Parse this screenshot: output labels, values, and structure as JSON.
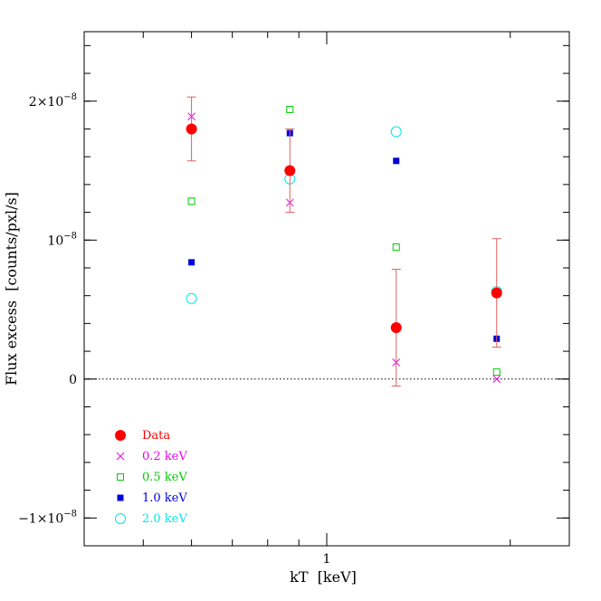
{
  "chart_data": {
    "type": "scatter",
    "xlabel": "kT  [keV]",
    "ylabel": "Flux excess  [counts/pxl/s]",
    "x_scale": "log",
    "xlim": [
      0.4,
      2.5
    ],
    "ylim": [
      -1.2e-08,
      2.5e-08
    ],
    "x_ticks": [
      {
        "value": 1,
        "label": "1"
      }
    ],
    "y_ticks": [
      {
        "value": -1e-08,
        "base": "−1×10",
        "exp": "−8"
      },
      {
        "value": 0,
        "base": "0",
        "exp": ""
      },
      {
        "value": 1e-08,
        "base": "10",
        "exp": "−8"
      },
      {
        "value": 2e-08,
        "base": "2×10",
        "exp": "−8"
      }
    ],
    "reference_line": {
      "y": 0,
      "style": "dotted"
    },
    "series": [
      {
        "name": "Data",
        "marker": "filled-circle",
        "color": "#ff0000",
        "points": [
          {
            "x": 0.6,
            "y": 1.8e-08,
            "err": 2.3e-09
          },
          {
            "x": 0.87,
            "y": 1.5e-08,
            "err": 3e-09
          },
          {
            "x": 1.3,
            "y": 3.7e-09,
            "err": 4.2e-09
          },
          {
            "x": 1.9,
            "y": 6.2e-09,
            "err": 3.9e-09
          }
        ]
      },
      {
        "name": "0.2 keV",
        "marker": "cross",
        "color": "#ee00ee",
        "points": [
          {
            "x": 0.6,
            "y": 1.89e-08
          },
          {
            "x": 0.87,
            "y": 1.27e-08
          },
          {
            "x": 1.3,
            "y": 1.2e-09
          },
          {
            "x": 1.9,
            "y": 0.0
          }
        ]
      },
      {
        "name": "0.5 keV",
        "marker": "open-square",
        "color": "#00cc00",
        "points": [
          {
            "x": 0.6,
            "y": 1.28e-08
          },
          {
            "x": 0.87,
            "y": 1.94e-08
          },
          {
            "x": 1.3,
            "y": 9.5e-09
          },
          {
            "x": 1.9,
            "y": 5e-10
          }
        ]
      },
      {
        "name": "1.0 keV",
        "marker": "filled-square",
        "color": "#0000dd",
        "points": [
          {
            "x": 0.6,
            "y": 8.4e-09
          },
          {
            "x": 0.87,
            "y": 1.77e-08
          },
          {
            "x": 1.3,
            "y": 1.57e-08
          },
          {
            "x": 1.9,
            "y": 2.9e-09
          }
        ]
      },
      {
        "name": "2.0 keV",
        "marker": "open-circle",
        "color": "#00e5ee",
        "points": [
          {
            "x": 0.6,
            "y": 5.8e-09
          },
          {
            "x": 0.87,
            "y": 1.44e-08
          },
          {
            "x": 1.3,
            "y": 1.78e-08
          },
          {
            "x": 1.9,
            "y": 6.3e-09
          }
        ]
      }
    ],
    "legend": {
      "position": "bottom-left"
    },
    "grid": false
  }
}
